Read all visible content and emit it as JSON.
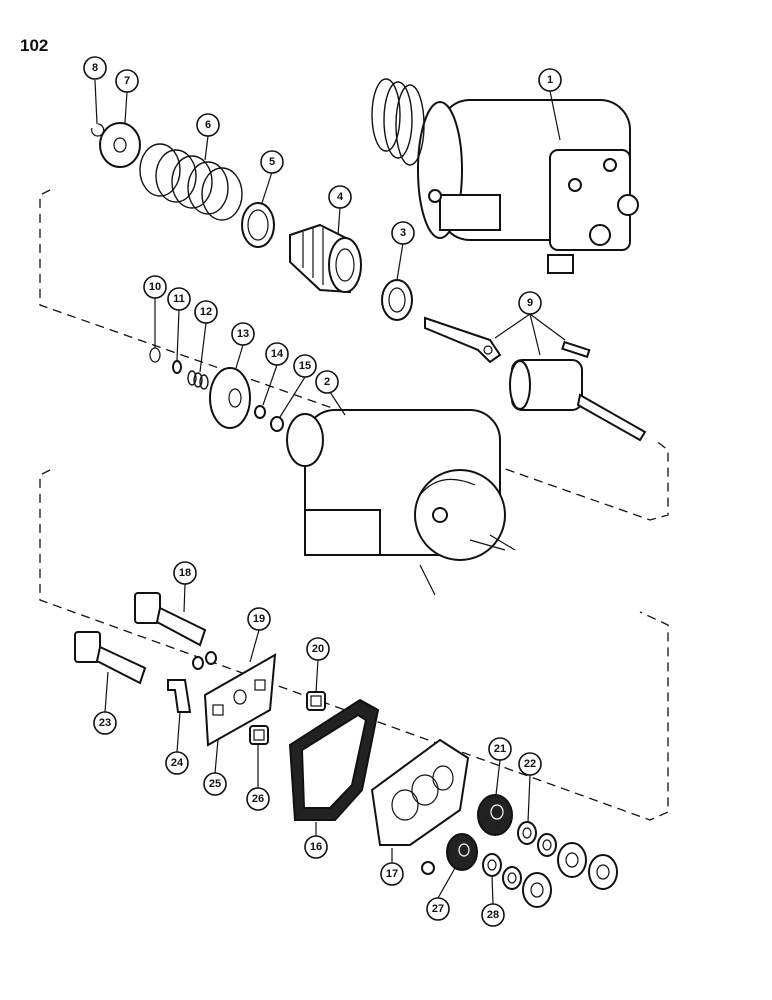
{
  "page": {
    "number": "102"
  },
  "callouts": [
    "1",
    "2",
    "3",
    "4",
    "5",
    "6",
    "7",
    "8",
    "9",
    "10",
    "11",
    "12",
    "13",
    "14",
    "15",
    "16",
    "17",
    "18",
    "19",
    "20",
    "21",
    "22",
    "23",
    "24",
    "25",
    "26",
    "27",
    "28"
  ]
}
